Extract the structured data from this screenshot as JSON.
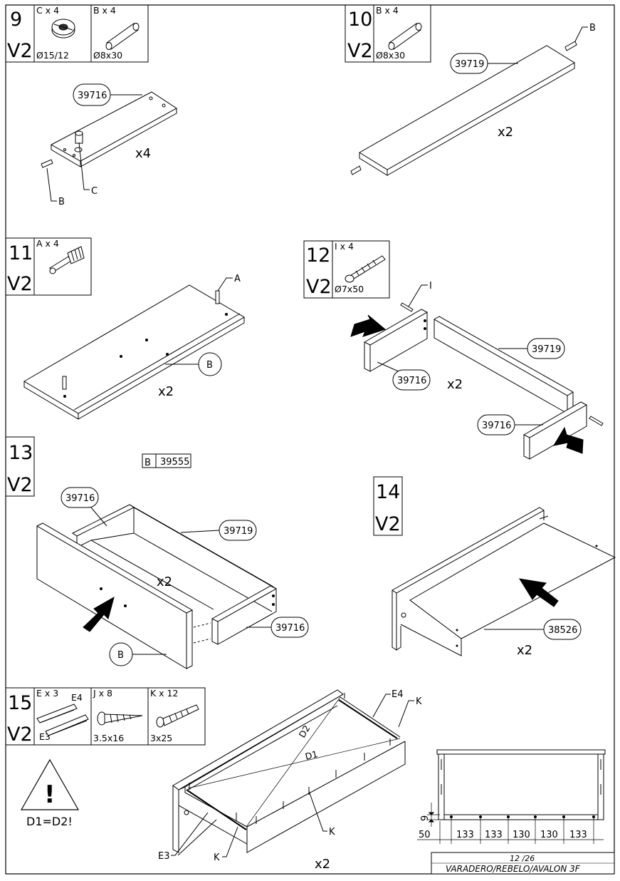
{
  "page": "12 /26",
  "footer": "VARADERO/REBELO/AVALON 3F",
  "steps": [
    {
      "num": "9",
      "ver": "V2",
      "parts": [
        {
          "qty": "C x 4",
          "size": "Ø15/12"
        },
        {
          "qty": "B x 4",
          "size": "Ø8x30"
        }
      ],
      "labels": [
        "39716",
        "B",
        "C"
      ],
      "mult": "x4"
    },
    {
      "num": "10",
      "ver": "V2",
      "parts": [
        {
          "qty": "B x 4",
          "size": "Ø8x30"
        }
      ],
      "labels": [
        "39719",
        "B"
      ],
      "mult": "x2"
    },
    {
      "num": "11",
      "ver": "V2",
      "parts": [
        {
          "qty": "A x 4"
        }
      ],
      "labels": [
        "A",
        "B"
      ],
      "mult": "x2"
    },
    {
      "num": "12",
      "ver": "V2",
      "parts": [
        {
          "qty": "I x 4",
          "size": "Ø7x50"
        }
      ],
      "labels": [
        "I",
        "39719",
        "39716",
        "39716"
      ],
      "mult": "x2"
    },
    {
      "num": "13",
      "ver": "V2",
      "ref": {
        "letter": "B",
        "code": "39555"
      },
      "labels": [
        "39716",
        "39719",
        "B",
        "39716"
      ],
      "mult": "x2"
    },
    {
      "num": "14",
      "ver": "V2",
      "labels": [
        "38526"
      ],
      "mult": "x2"
    },
    {
      "num": "15",
      "ver": "V2",
      "parts": [
        {
          "qty": "E x 3",
          "extra": [
            "E4",
            "E3"
          ]
        },
        {
          "qty": "J x 8",
          "size": "3.5x16"
        },
        {
          "qty": "K x 12",
          "size": "3x25"
        }
      ],
      "labels": [
        "E4",
        "K",
        "D2",
        "D1",
        "K",
        "E3",
        "K"
      ],
      "mult": "x2"
    }
  ],
  "warning": {
    "symbol": "!",
    "text": "D1=D2!"
  },
  "dimensions": {
    "vertical": [
      "9",
      "50"
    ],
    "horizontal": [
      "133",
      "133",
      "130",
      "130",
      "133"
    ]
  }
}
